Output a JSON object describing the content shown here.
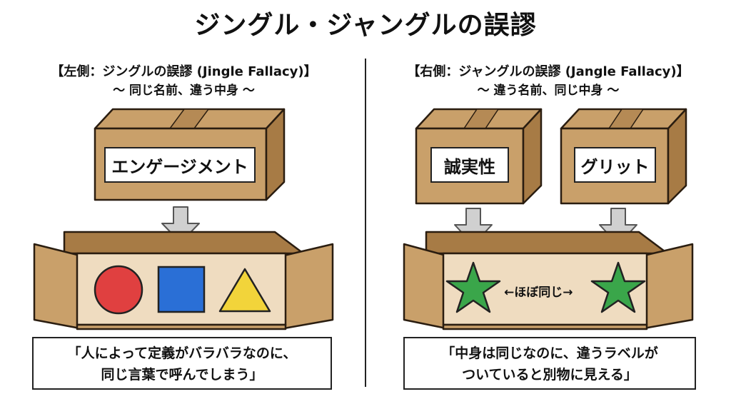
{
  "title": "ジングル・ジャングルの誤謬",
  "left": {
    "heading": "【左側：ジングルの誤謬 (Jingle Fallacy)】",
    "subheading": "〜 同じ名前、違う中身 〜",
    "box_label": "エンゲージメント",
    "shapes": [
      "red-circle",
      "blue-square",
      "yellow-triangle"
    ],
    "caption_line1": "「人によって定義がバラバラなのに、",
    "caption_line2": "同じ言葉で呼んでしまう」"
  },
  "right": {
    "heading": "【右側：ジャングルの誤謬 (Jangle Fallacy)】",
    "subheading": "〜 違う名前、同じ中身 〜",
    "box_label_1": "誠実性",
    "box_label_2": "グリット",
    "middle_label": "←ほぼ同じ→",
    "shapes": [
      "green-star",
      "green-star"
    ],
    "caption_line1": "「中身は同じなのに、違うラベルが",
    "caption_line2": "ついていると別物に見える」"
  },
  "colors": {
    "cardboard": "#c9a06a",
    "cardboard_dark": "#a77b45",
    "cardboard_inner": "#efdcc0",
    "red": "#e04040",
    "blue": "#2a6fd6",
    "yellow": "#f2d43a",
    "green": "#3aa64a",
    "arrow": "#d0d0d0"
  }
}
